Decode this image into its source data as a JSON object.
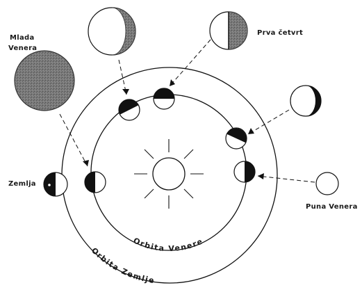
{
  "labels": {
    "new_venus": [
      "Mlada",
      "Venera"
    ],
    "first_quarter": "Prva četvrt",
    "earth": "Zemlja",
    "full_venus": "Puna Venera",
    "venus_orbit": "Orbita Venere",
    "earth_orbit": "Orbita Zemlje"
  },
  "icons": {
    "sun": "sun-icon",
    "earth": "earth-icon",
    "venus": "venus-phase-icon"
  },
  "colors": {
    "ink": "#111111",
    "shade": "#6e6e6e",
    "paper": "#ffffff"
  }
}
